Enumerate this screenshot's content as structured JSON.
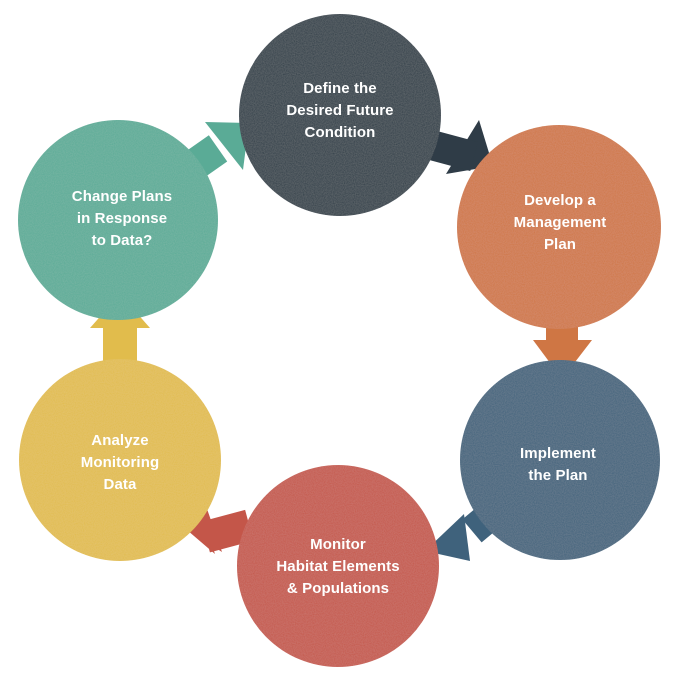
{
  "diagram": {
    "colors": {
      "background": "#ffffff",
      "text": "#ffffff",
      "define": "#2f3c47",
      "develop": "#cf7644",
      "implement": "#3f627c",
      "monitor": "#c45649",
      "analyze": "#e1bc4c",
      "change": "#5aab96"
    },
    "steps": [
      {
        "id": "define",
        "lines": [
          "Define the",
          "Desired Future",
          "Condition"
        ]
      },
      {
        "id": "develop",
        "lines": [
          "Develop a",
          "Management",
          "Plan"
        ]
      },
      {
        "id": "implement",
        "lines": [
          "Implement",
          "the Plan"
        ]
      },
      {
        "id": "monitor",
        "lines": [
          "Monitor",
          "Habitat Elements",
          "& Populations"
        ]
      },
      {
        "id": "analyze",
        "lines": [
          "Analyze",
          "Monitoring",
          "Data"
        ]
      },
      {
        "id": "change",
        "lines": [
          "Change Plans",
          "in Response",
          "to Data?"
        ]
      }
    ]
  }
}
